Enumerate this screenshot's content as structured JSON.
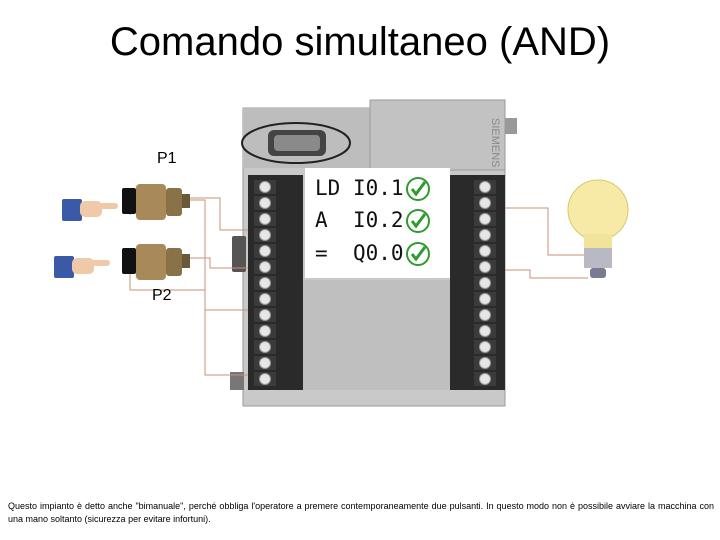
{
  "title": "Comando simultaneo (AND)",
  "labels": {
    "p1": "P1",
    "p2": "P2"
  },
  "program": [
    {
      "instr": "LD",
      "operand": "I0.1",
      "status": "ok"
    },
    {
      "instr": "A",
      "operand": "I0.2",
      "status": "ok"
    },
    {
      "instr": "=",
      "operand": "Q0.0",
      "status": "ok"
    }
  ],
  "brand": "SIEMENS",
  "footer": "Questo impianto è detto anche \"bimanuale\", perché obbliga l'operatore a premere contemporaneamente due pulsanti. In questo modo non è possibile avviare la macchina con una mano soltanto (sicurezza per evitare infortuni).",
  "colors": {
    "wire": "#c8927a",
    "plc_body": "#c9c9c9",
    "check_green": "#2e9b2e"
  }
}
